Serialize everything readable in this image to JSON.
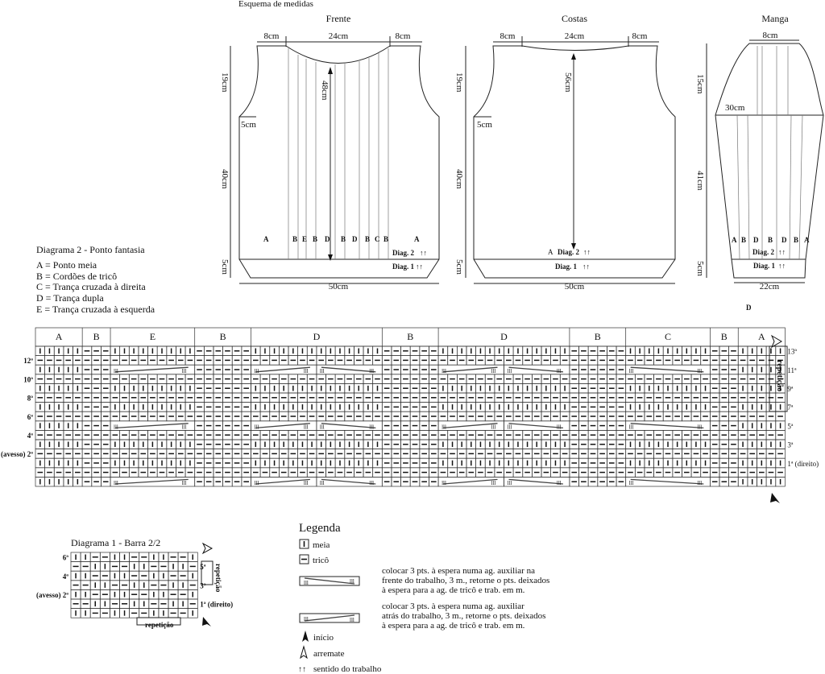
{
  "title": "Esquema de medidas",
  "front": {
    "title": "Frente",
    "w_shoulder": "8cm",
    "w_neck": "24cm",
    "w_shoulder_r": "8cm",
    "h_top": "19cm",
    "h_body": "40cm",
    "h_rib": "5cm",
    "armhole": "5cm",
    "center": "48cm",
    "bottom": "50cm",
    "panel_letters": [
      "A",
      "B",
      "E",
      "B",
      "D",
      "B",
      "D",
      "B",
      "C",
      "B",
      "A"
    ],
    "diag2": "Diag. 2",
    "diag1": "Diag. 1",
    "arrows": "↑↑"
  },
  "back": {
    "title": "Costas",
    "w_shoulder": "8cm",
    "w_neck": "24cm",
    "w_shoulder_r": "8cm",
    "h_top": "19cm",
    "h_body": "40cm",
    "h_rib": "5cm",
    "armhole": "5cm",
    "center": "56cm",
    "bottom": "50cm",
    "letter": "A",
    "diag2": "Diag. 2",
    "diag1": "Diag. 1",
    "arrows": "↑↑"
  },
  "sleeve": {
    "title": "Manga",
    "top": "8cm",
    "h_cap": "15cm",
    "h_body": "41cm",
    "h_rib": "5cm",
    "width": "30cm",
    "bottom": "22cm",
    "panel_letters": [
      "A",
      "B",
      "D",
      "B",
      "D",
      "B",
      "A"
    ],
    "diag2": "Diag. 2",
    "diag1": "Diag. 1",
    "arrows": "↑↑",
    "below": "D"
  },
  "key": {
    "title": "Diagrama 2 - Ponto fantasia",
    "items": [
      "A = Ponto meia",
      "B = Cordões de tricô",
      "C = Trança cruzada à direita",
      "D = Trança dupla",
      "E = Trança cruzada à esquerda"
    ]
  },
  "diagram2": {
    "sections": [
      "A",
      "B",
      "E",
      "B",
      "D",
      "B",
      "D",
      "B",
      "C",
      "B",
      "A"
    ],
    "left_rows": [
      "12ª",
      "10ª",
      "8ª",
      "6ª",
      "4ª",
      "(avesso) 2ª"
    ],
    "right_rows": [
      "13ª",
      "11ª",
      "9ª",
      "7ª",
      "5ª",
      "3ª",
      "1ª (direito)"
    ],
    "repeat": "repetição"
  },
  "diagram1": {
    "title": "Diagrama 1 - Barra 2/2",
    "left_rows": [
      "6ª",
      "4ª",
      "(avesso) 2ª"
    ],
    "right_rows": [
      "5ª",
      "3ª",
      "1ª (direito)"
    ],
    "repeat_side": "repetição",
    "repeat_bottom": "repetição"
  },
  "legend": {
    "title": "Legenda",
    "meia": "meia",
    "trico": "tricô",
    "cable_front": [
      "colocar 3 pts. à espera numa ag. auxiliar na",
      "frente do trabalho, 3 m., retorne o pts. deixados",
      "à espera para a ag. de tricô e trab. em m."
    ],
    "cable_back": [
      "colocar 3 pts. à espera numa ag. auxiliar",
      "atrás do trabalho, 3 m., retorne o pts. deixados",
      "à espera para a ag. de tricô e trab. em m."
    ],
    "inicio": "início",
    "arremate": "arremate",
    "sentido_arrows": "↑↑",
    "sentido": "sentido do trabalho"
  }
}
